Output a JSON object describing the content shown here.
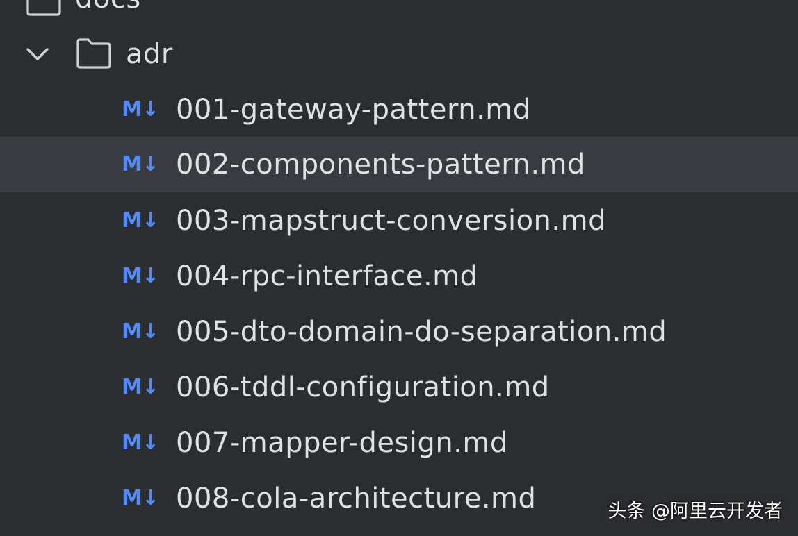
{
  "tree": {
    "parent_folder": {
      "label": "docs",
      "icon": "folder-icon"
    },
    "folder": {
      "label": "adr",
      "expanded": true,
      "icon": "folder-icon",
      "toggle_icon": "chevron-down-icon"
    },
    "file_icon": {
      "name": "markdown-icon",
      "text": "M↓",
      "color": "#548af7"
    },
    "files": [
      {
        "label": "001-gateway-pattern.md",
        "selected": false
      },
      {
        "label": "002-components-pattern.md",
        "selected": true
      },
      {
        "label": "003-mapstruct-conversion.md",
        "selected": false
      },
      {
        "label": "004-rpc-interface.md",
        "selected": false
      },
      {
        "label": "005-dto-domain-do-separation.md",
        "selected": false
      },
      {
        "label": "006-tddl-configuration.md",
        "selected": false
      },
      {
        "label": "007-mapper-design.md",
        "selected": false
      },
      {
        "label": "008-cola-architecture.md",
        "selected": false
      }
    ]
  },
  "watermark": {
    "text": "头条 @阿里云开发者"
  },
  "colors": {
    "background": "#2b2d30",
    "selected_row": "#393b40",
    "text": "#dfe1e5",
    "markdown_icon": "#548af7"
  }
}
